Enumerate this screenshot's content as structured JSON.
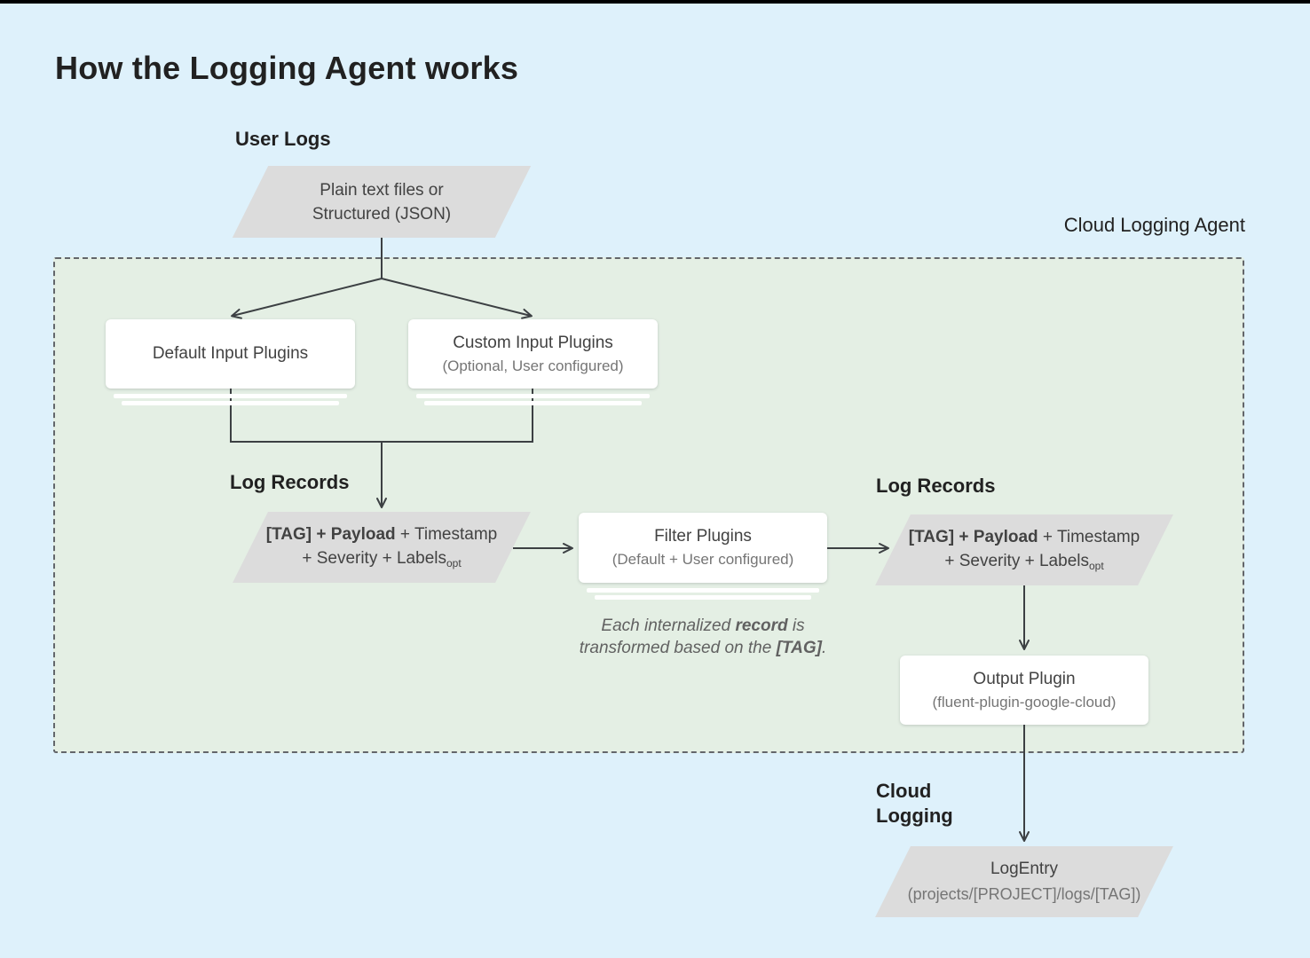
{
  "title": "How the Logging Agent works",
  "colors": {
    "background": "#def1fb",
    "agent_region_fill": "#e4efe4",
    "agent_region_border": "#63666a",
    "parallelogram_fill": "#dcdcdc",
    "card_fill": "#ffffff",
    "connector_line": "#3c4043",
    "heading_text": "#212121",
    "node_text": "#424242",
    "muted_text": "#757575"
  },
  "labels": {
    "user_logs": "User Logs",
    "cloud_logging_agent": "Cloud Logging Agent",
    "log_records_left": "Log Records",
    "log_records_right": "Log Records",
    "cloud_logging_line1": "Cloud",
    "cloud_logging_line2": "Logging"
  },
  "nodes": {
    "source": {
      "line1": "Plain text files or",
      "line2": "Structured (JSON)"
    },
    "default_input": {
      "title": "Default Input Plugins"
    },
    "custom_input": {
      "title": "Custom Input Plugins",
      "subtitle": "(Optional, User configured)"
    },
    "log_record_left": {
      "bold": "[TAG] + Payload",
      "after_bold": " + Timestamp",
      "line2": "+ Severity + Labels",
      "subscript": "opt"
    },
    "filter": {
      "title": "Filter Plugins",
      "subtitle": "(Default + User configured)"
    },
    "log_record_right": {
      "bold": "[TAG] + Payload",
      "after_bold": " + Timestamp",
      "line2": "+ Severity + Labels",
      "subscript": "opt"
    },
    "output": {
      "title": "Output Plugin",
      "subtitle": "(fluent-plugin-google-cloud)"
    },
    "log_entry": {
      "title": "LogEntry",
      "subtitle": "(projects/[PROJECT]/logs/[TAG])"
    }
  },
  "note": {
    "line1_pre": "Each internalized ",
    "line1_bold": "record",
    "line1_post": " is",
    "line2_pre": "transformed based on the ",
    "line2_bold": "[TAG]",
    "line2_post": "."
  }
}
